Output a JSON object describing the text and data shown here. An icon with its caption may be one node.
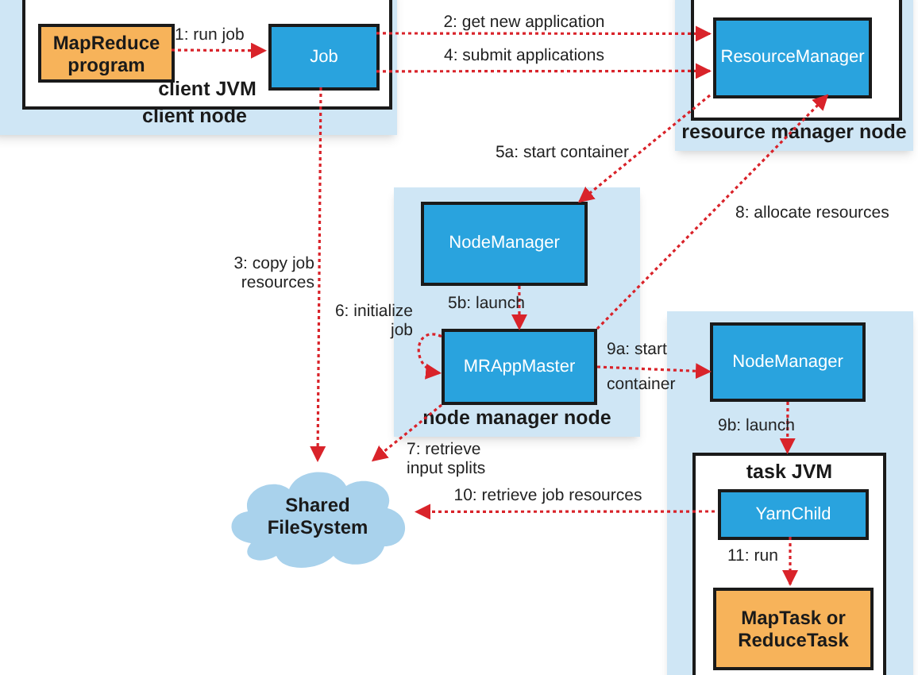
{
  "diagram": {
    "nodes": [
      {
        "text": [
          "client node"
        ]
      },
      {
        "text": [
          "client JVM"
        ],
        "in": 0
      },
      {
        "text": [
          "MapReduce program"
        ],
        "in": 1
      },
      {
        "text": [
          "Job"
        ],
        "in": 1
      },
      {
        "text": [
          "resource manager node"
        ]
      },
      {
        "text": [],
        "shape": "box",
        "in": 4
      },
      {
        "text": [
          "ResourceManager"
        ],
        "in": 5
      },
      {
        "text": [
          "node manager node"
        ]
      },
      {
        "text": [
          "NodeManager"
        ],
        "in": 7
      },
      {
        "text": [
          "MRAppMaster"
        ],
        "in": 7
      },
      {
        "text": [],
        "shape": "box"
      },
      {
        "text": [
          "NodeManager"
        ],
        "in": 10
      },
      {
        "text": [
          "task JVM"
        ],
        "in": 10
      },
      {
        "text": [
          "YarnChild"
        ],
        "in": 12
      },
      {
        "text": [
          "MapTask or ReduceTask"
        ],
        "in": 12
      },
      {
        "text": [
          "Shared FileSystem"
        ]
      }
    ],
    "edges": [
      {
        "from": 2,
        "to": 3,
        "arrow": "to",
        "label": "1: run job"
      },
      {
        "from": 3,
        "to": 6,
        "arrow": "to",
        "label": "2: get new application"
      },
      {
        "from": 3,
        "to": 15,
        "arrow": "to",
        "label": "3: copy job resources"
      },
      {
        "from": 3,
        "to": 6,
        "arrow": "to",
        "label": "4: submit applications"
      },
      {
        "from": 6,
        "to": 8,
        "arrow": "to",
        "label": "5a: start container"
      },
      {
        "from": 8,
        "to": 9,
        "arrow": "to",
        "label": "5b: launch"
      },
      {
        "from": 9,
        "to": 9,
        "arrow": "to",
        "label": "6: initialize job"
      },
      {
        "from": 9,
        "to": 15,
        "arrow": "to",
        "label": "7: retrieve input splits"
      },
      {
        "from": 9,
        "to": 6,
        "arrow": "to",
        "label": "8: allocate resources"
      },
      {
        "from": 9,
        "to": 11,
        "arrow": "to",
        "label": "9a: start container"
      },
      {
        "from": 11,
        "to": 12,
        "arrow": "to",
        "label": "9b: launch"
      },
      {
        "from": 13,
        "to": 15,
        "arrow": "to",
        "label": "10: retrieve job resources"
      },
      {
        "from": 13,
        "to": 14,
        "arrow": "to",
        "label": "11: run"
      }
    ]
  }
}
